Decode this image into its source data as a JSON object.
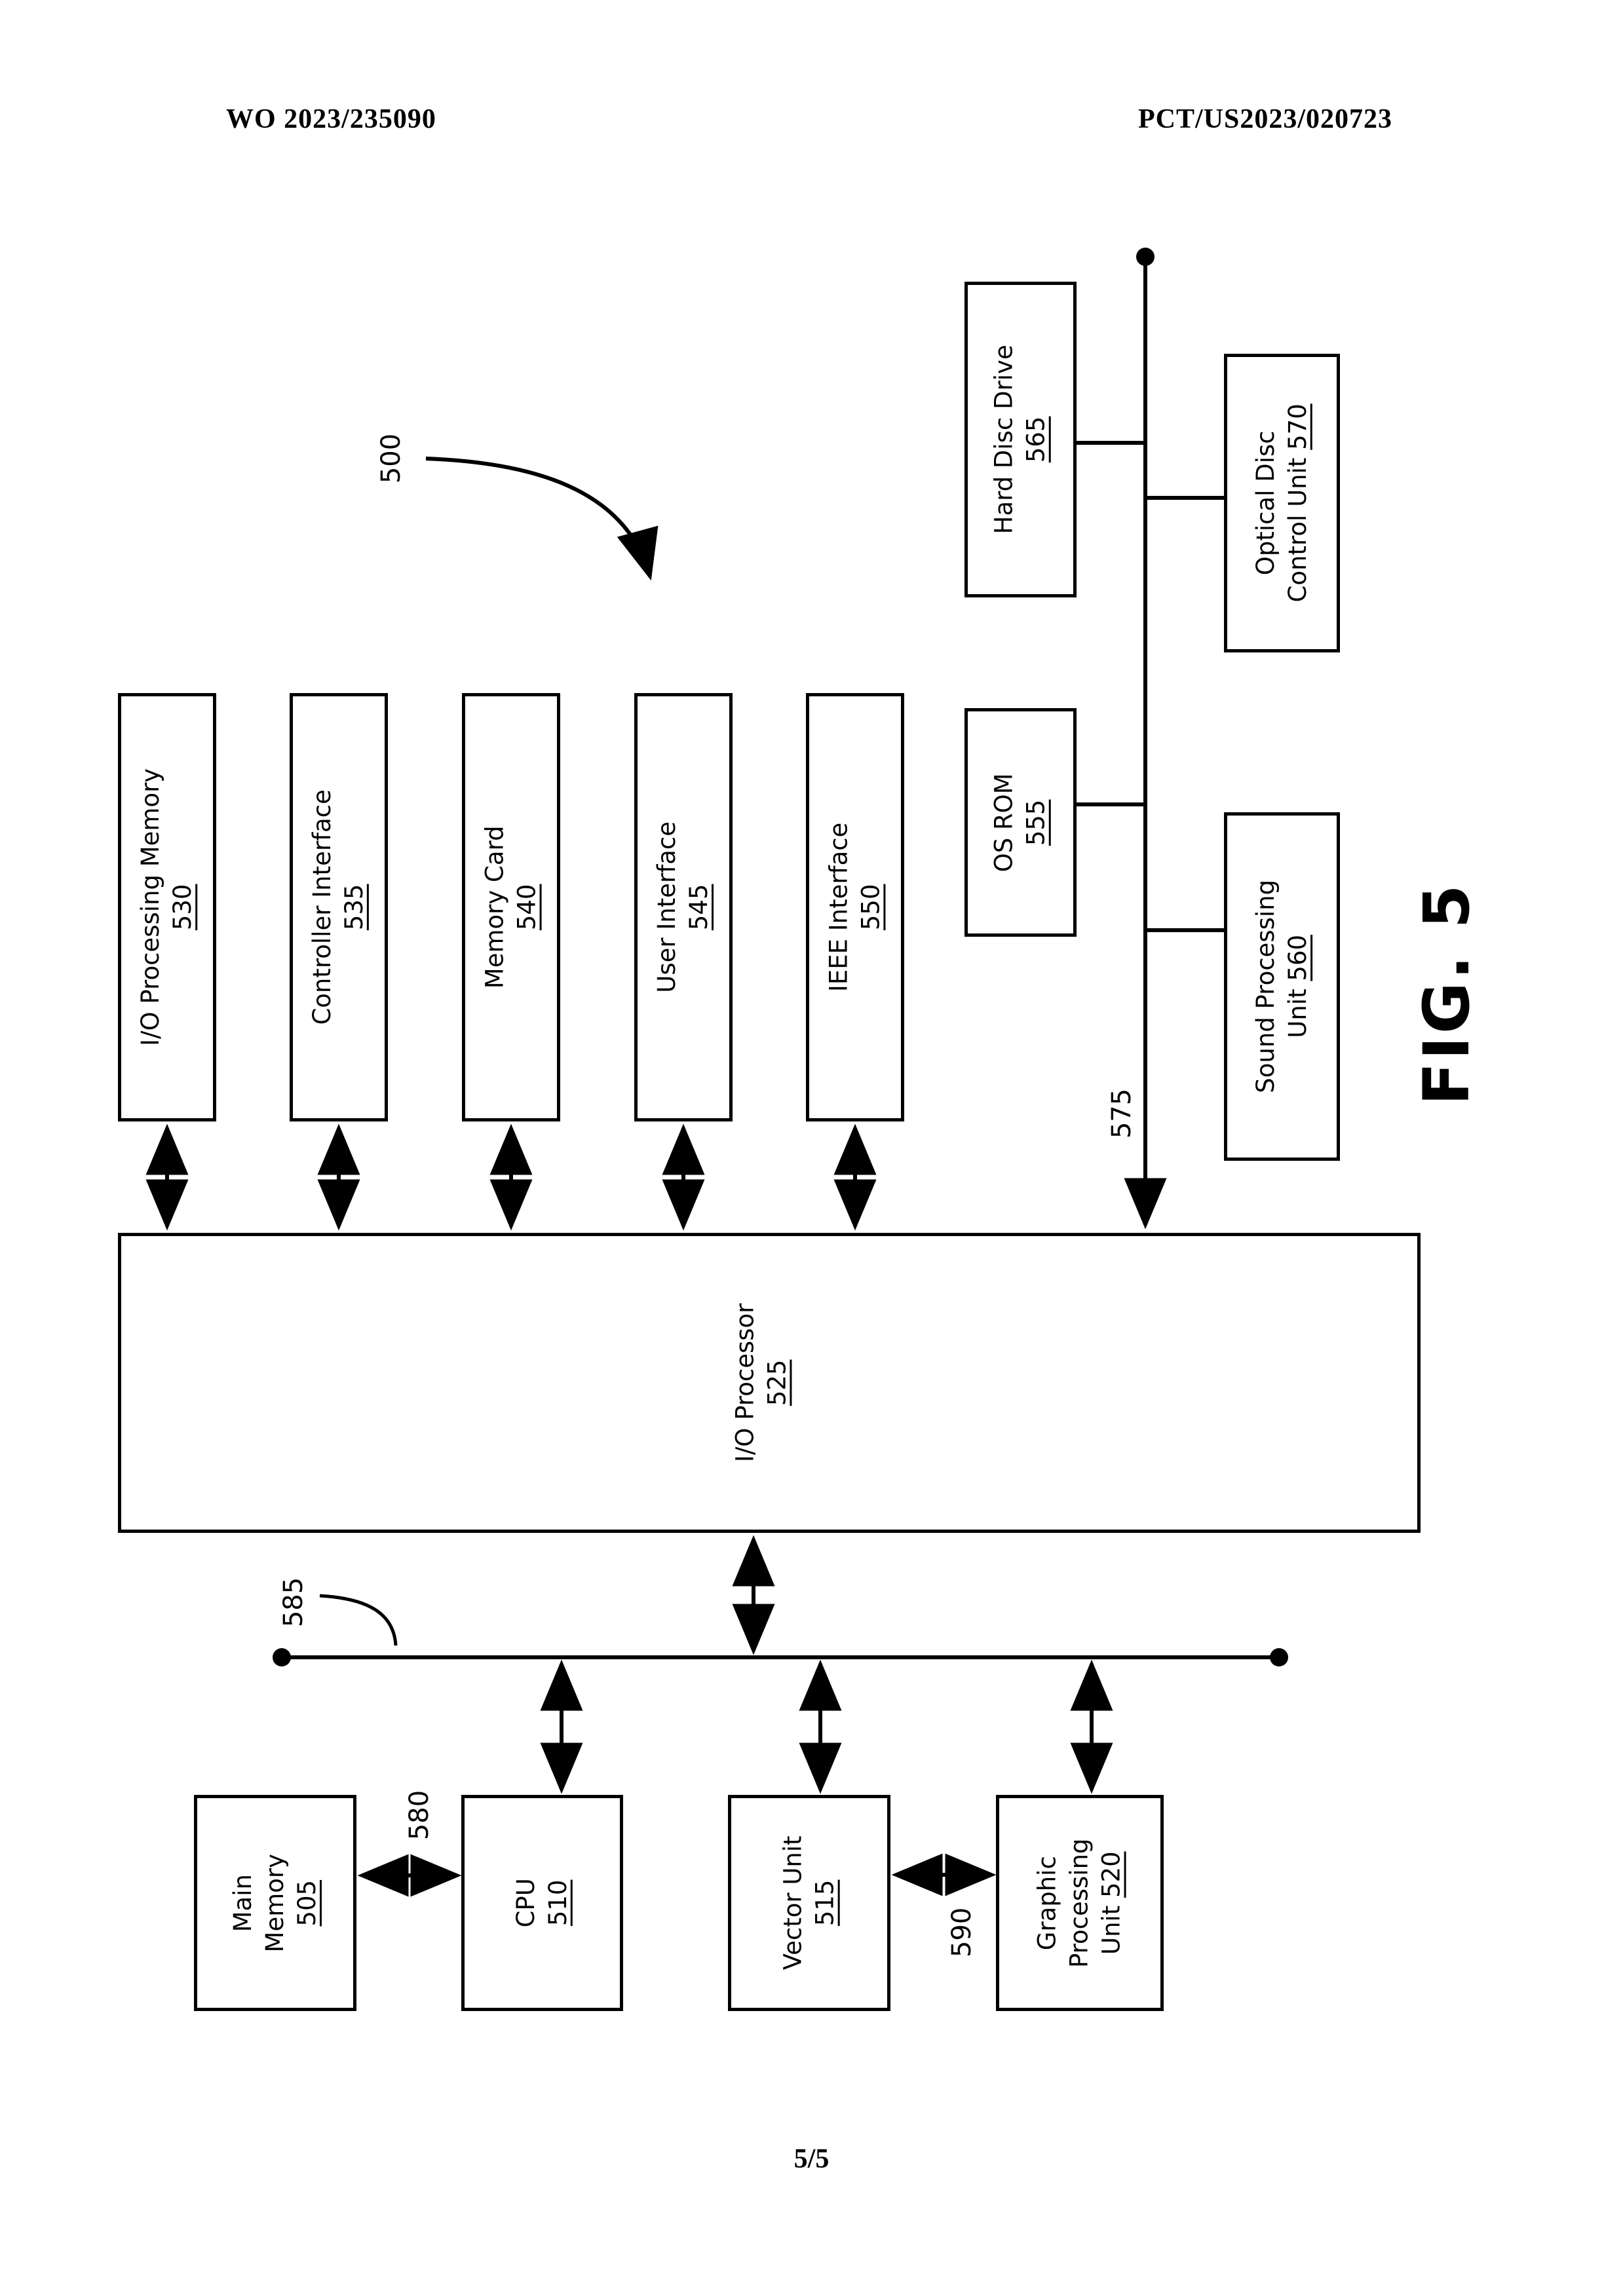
{
  "header": {
    "left": "WO 2023/235090",
    "right": "PCT/US2023/020723"
  },
  "footer": {
    "page": "5/5"
  },
  "labels": {
    "fig": "FIG. 5",
    "ref_500": "500",
    "bus_575": "575",
    "bus_585": "585",
    "link_580": "580",
    "link_590": "590"
  },
  "boxes": {
    "io_processing_memory": {
      "lines": [
        {
          "text": "I/O Processing Memory"
        },
        {
          "num": "530"
        }
      ]
    },
    "controller_interface": {
      "lines": [
        {
          "text": "Controller Interface"
        },
        {
          "num": "535"
        }
      ]
    },
    "memory_card": {
      "lines": [
        {
          "text": "Memory Card"
        },
        {
          "num": "540"
        }
      ]
    },
    "user_interface": {
      "lines": [
        {
          "text": "User Interface"
        },
        {
          "num": "545"
        }
      ]
    },
    "ieee_interface": {
      "lines": [
        {
          "text": "IEEE Interface"
        },
        {
          "num": "550"
        }
      ]
    },
    "hard_disc_drive": {
      "lines": [
        {
          "text": "Hard Disc Drive"
        },
        {
          "num": "565"
        }
      ]
    },
    "os_rom": {
      "lines": [
        {
          "text": "OS ROM"
        },
        {
          "num": "555"
        }
      ]
    },
    "optical_disc": {
      "lines": [
        {
          "text": "Optical Disc"
        },
        {
          "text": "Control Unit ",
          "num": "570"
        }
      ]
    },
    "sound_processing": {
      "lines": [
        {
          "text": "Sound Processing"
        },
        {
          "text": "Unit ",
          "num": "560"
        }
      ]
    },
    "io_processor": {
      "lines": [
        {
          "text": "I/O Processor"
        },
        {
          "num": "525"
        }
      ]
    },
    "main_memory": {
      "lines": [
        {
          "text": "Main"
        },
        {
          "text": "Memory"
        },
        {
          "num": "505"
        }
      ]
    },
    "cpu": {
      "lines": [
        {
          "text": "CPU"
        },
        {
          "num": "510"
        }
      ]
    },
    "vector_unit": {
      "lines": [
        {
          "text": "Vector Unit"
        },
        {
          "num": "515"
        }
      ]
    },
    "graphic_processing_unit": {
      "lines": [
        {
          "text": "Graphic"
        },
        {
          "text": "Processing"
        },
        {
          "text": "Unit ",
          "num": "520"
        }
      ]
    }
  }
}
